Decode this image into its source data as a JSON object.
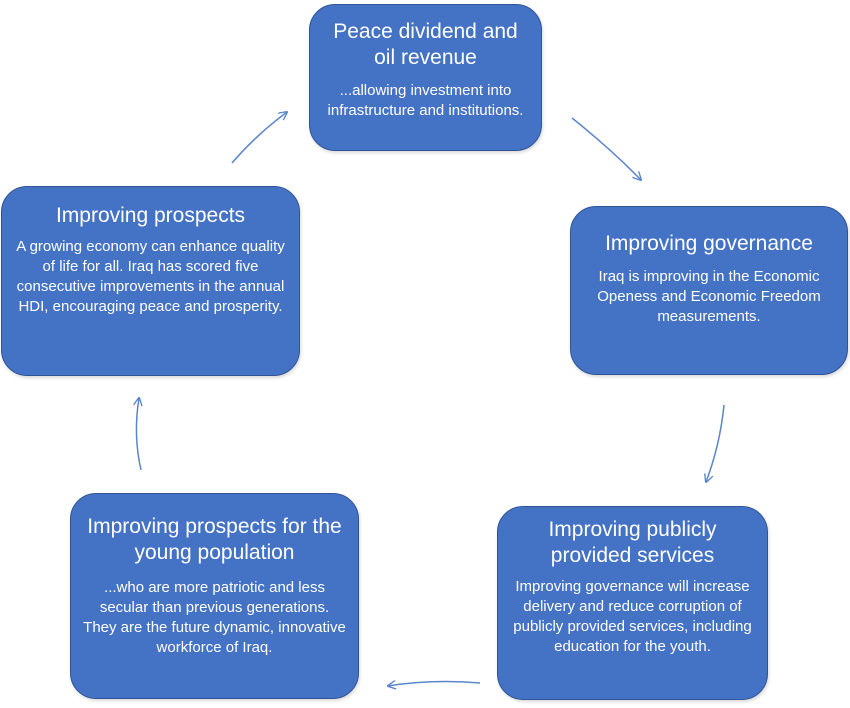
{
  "diagram": {
    "nodes": [
      {
        "id": "peace-dividend",
        "title": "Peace dividend and oil revenue",
        "body": "...allowing investment into infrastructure and institutions."
      },
      {
        "id": "governance",
        "title": "Improving governance",
        "body": "Iraq is improving in the Economic Openess and Economic Freedom measurements."
      },
      {
        "id": "public-services",
        "title": "Improving publicly provided services",
        "body": "Improving governance will increase delivery and reduce corruption of publicly provided services, including education for the youth."
      },
      {
        "id": "young-population",
        "title": "Improving prospects for the young population",
        "body": "...who are more patriotic and less secular than previous generations. They are the future dynamic, innovative workforce of Iraq."
      },
      {
        "id": "prospects",
        "title": "Improving prospects",
        "body": "A growing economy can enhance quality of life for all. Iraq has scored five consecutive improvements in the annual HDI, encouraging peace and prosperity."
      }
    ],
    "colors": {
      "node_fill": "#4472c4",
      "node_border": "#2f5597",
      "arrow": "#4472c4",
      "text": "#ffffff"
    }
  }
}
